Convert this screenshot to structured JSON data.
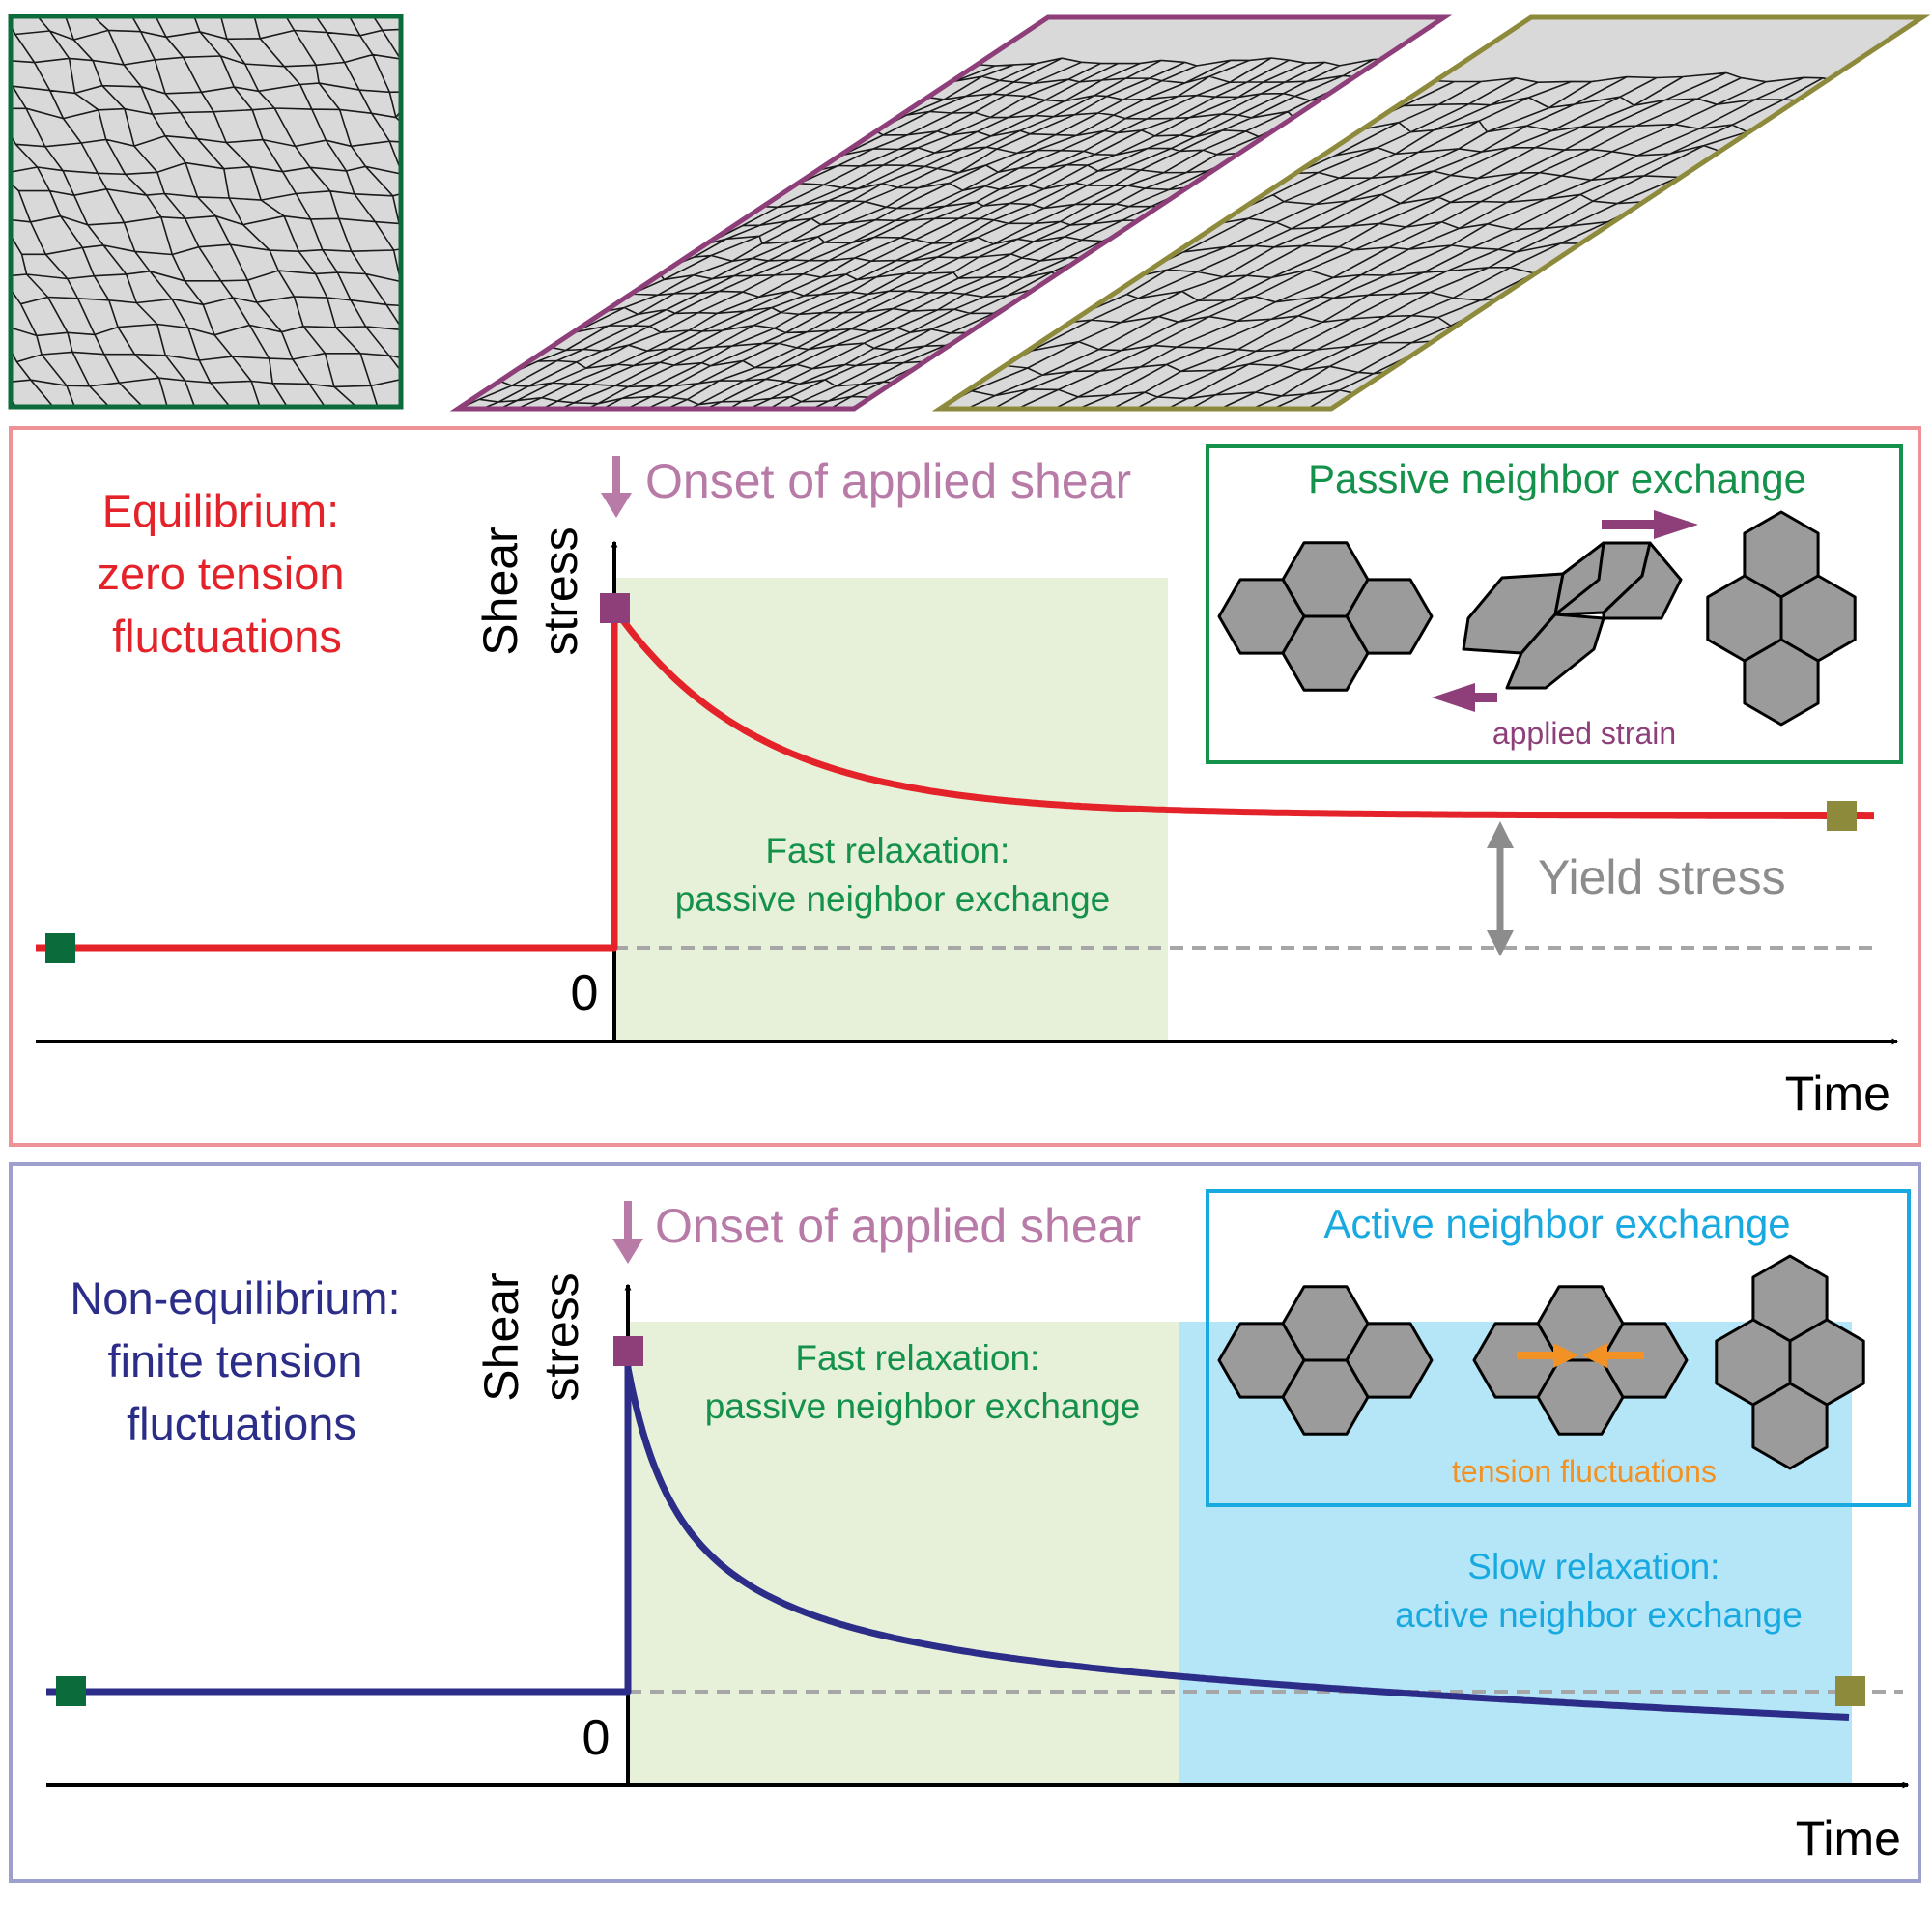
{
  "colors": {
    "tissue_initial": "#0b6b3a",
    "tissue_sheared": "#8e3f7a",
    "tissue_relaxed": "#8d8a3c",
    "equilibrium_frame": "#ef9297",
    "nonequilibrium_frame": "#9d9fcc",
    "equilibrium_curve": "#e42229",
    "nonequilibrium_curve": "#2b2d88",
    "fast_region": "#e7f0d8",
    "slow_region": "#b4e6f7",
    "passive_text": "#14914a",
    "active_text": "#18a9e0",
    "onset_label": "#b87aa6",
    "yield_label": "#8c8c8c",
    "tension_label": "#f29224",
    "cell_fill": "#9b9b9b",
    "tissue_cell": "#d9d9d9"
  },
  "panels": {
    "equilibrium": {
      "title_lines": [
        "Equilibrium:",
        "zero tension",
        "fluctuations"
      ],
      "onset": "Onset of applied shear",
      "ylabel_lines": [
        "Shear",
        "stress"
      ],
      "zero": "0",
      "xlabel": "Time",
      "fast_region_lines": [
        "Fast relaxation:",
        "passive neighbor exchange"
      ],
      "yield": "Yield stress",
      "inset_title": "Passive neighbor exchange",
      "inset_caption": "applied strain"
    },
    "nonequilibrium": {
      "title_lines": [
        "Non-equilibrium:",
        "finite tension",
        "fluctuations"
      ],
      "onset": "Onset of applied shear",
      "ylabel_lines": [
        "Shear",
        "stress"
      ],
      "zero": "0",
      "xlabel": "Time",
      "fast_region_lines": [
        "Fast relaxation:",
        "passive neighbor exchange"
      ],
      "slow_region_lines": [
        "Slow relaxation:",
        "active neighbor exchange"
      ],
      "inset_title": "Active neighbor exchange",
      "inset_caption": "tension fluctuations"
    }
  }
}
